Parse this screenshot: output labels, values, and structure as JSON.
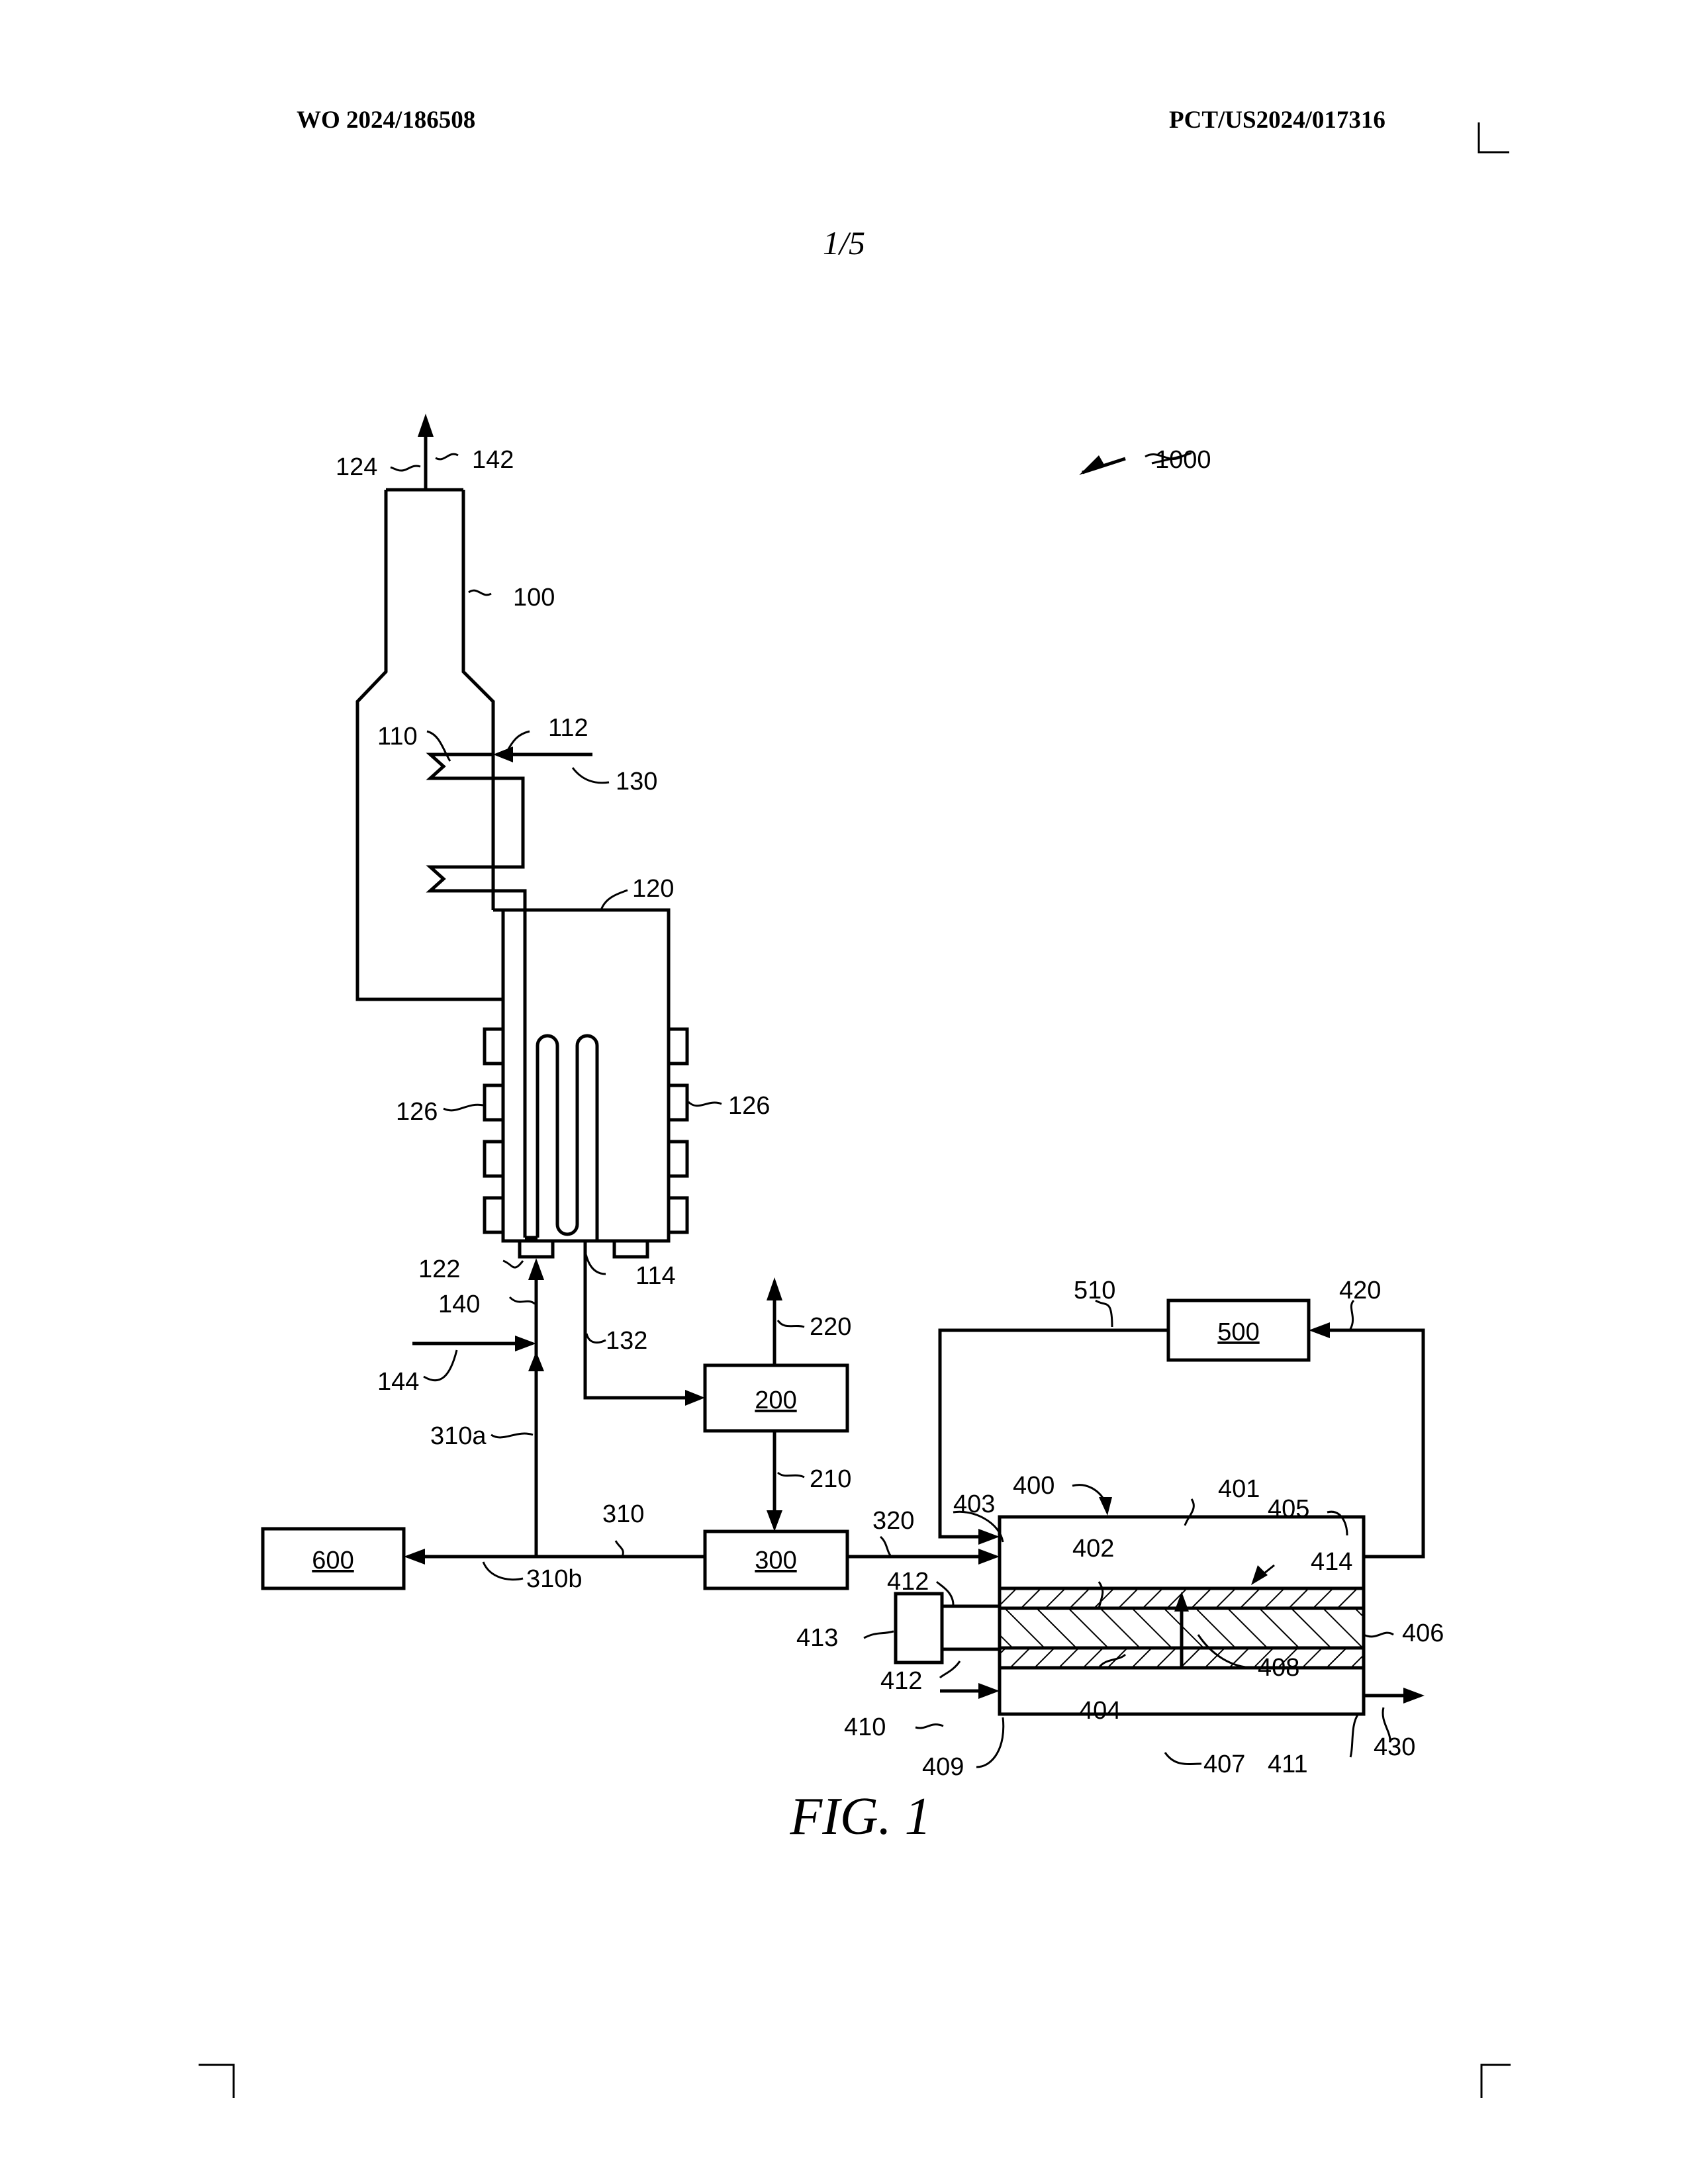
{
  "header": {
    "left": "WO 2024/186508",
    "right": "PCT/US2024/017316"
  },
  "sheet_number": "1/5",
  "caption": "FIG. 1",
  "boxes": {
    "b200": "200",
    "b300": "300",
    "b500": "500",
    "b600": "600"
  },
  "labels": {
    "l1000": "1000",
    "l100": "100",
    "l110": "110",
    "l112": "112",
    "l114": "114",
    "l120": "120",
    "l122": "122",
    "l124": "124",
    "l126a": "126",
    "l126b": "126",
    "l130": "130",
    "l132": "132",
    "l140": "140",
    "l142": "142",
    "l144": "144",
    "l210": "210",
    "l220": "220",
    "l310": "310",
    "l310a": "310a",
    "l310b": "310b",
    "l320": "320",
    "l400": "400",
    "l401": "401",
    "l402": "402",
    "l403": "403",
    "l404": "404",
    "l405": "405",
    "l406": "406",
    "l407": "407",
    "l408": "408",
    "l409": "409",
    "l410": "410",
    "l411": "411",
    "l412a": "412",
    "l412b": "412",
    "l413": "413",
    "l414": "414",
    "l420": "420",
    "l430": "430",
    "l510": "510"
  }
}
